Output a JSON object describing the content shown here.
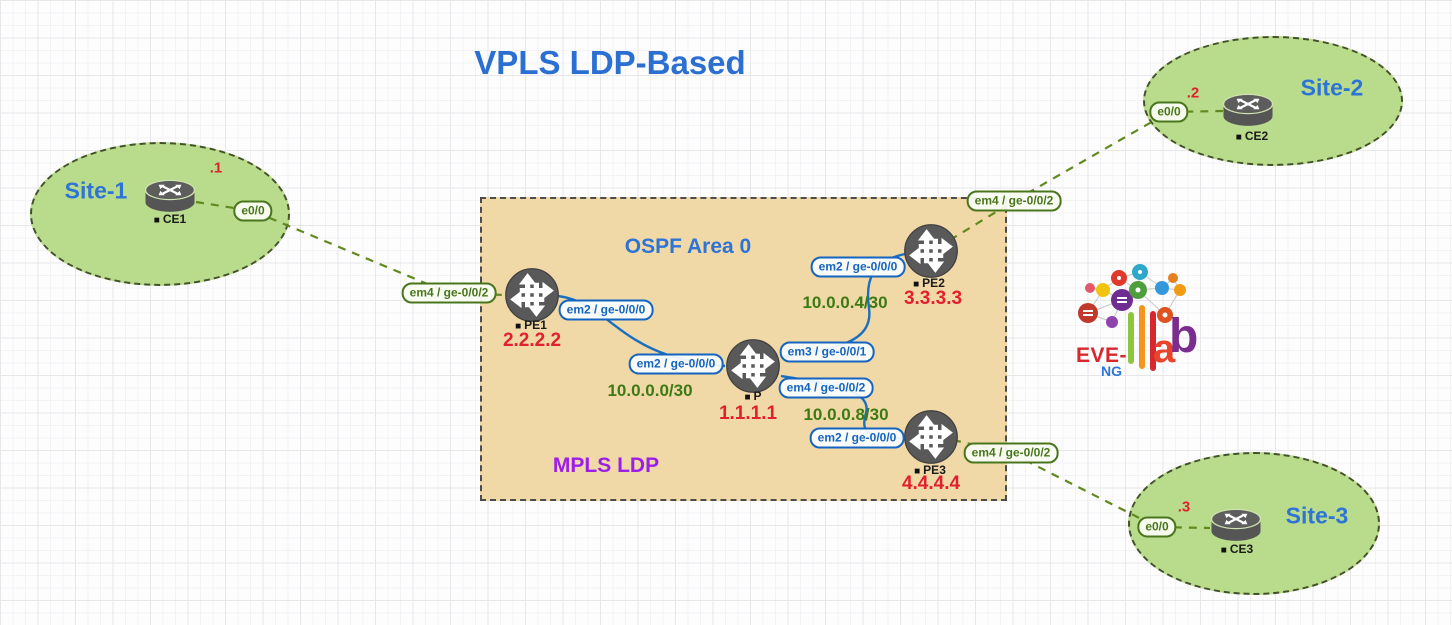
{
  "title": "VPLS LDP-Based",
  "node_marker": "■",
  "core": {
    "ospf_label": "OSPF Area 0",
    "mpls_label": "MPLS LDP"
  },
  "sites": [
    {
      "label": "Site-1",
      "router": "CE1",
      "lan_octet": ".1",
      "interface": "e0/0"
    },
    {
      "label": "Site-2",
      "router": "CE2",
      "lan_octet": ".2",
      "interface": "e0/0"
    },
    {
      "label": "Site-3",
      "router": "CE3",
      "lan_octet": ".3",
      "interface": "e0/0"
    }
  ],
  "routers": [
    {
      "name": "PE1",
      "loopback": "2.2.2.2"
    },
    {
      "name": "P",
      "loopback": "1.1.1.1"
    },
    {
      "name": "PE2",
      "loopback": "3.3.3.3"
    },
    {
      "name": "PE3",
      "loopback": "4.4.4.4"
    }
  ],
  "links": [
    {
      "from": "PE1",
      "to": "P",
      "from_if": "em2 / ge-0/0/0",
      "to_if": "em2 / ge-0/0/0",
      "network": "10.0.0.0/30"
    },
    {
      "from": "P",
      "to": "PE2",
      "from_if": "em3 / ge-0/0/1",
      "to_if": "em2 / ge-0/0/0",
      "network": "10.0.0.4/30"
    },
    {
      "from": "P",
      "to": "PE3",
      "from_if": "em4 / ge-0/0/2",
      "to_if": "em2 / ge-0/0/0",
      "network": "10.0.0.8/30"
    },
    {
      "from": "PE1",
      "to": "CE1",
      "from_if": "em4 / ge-0/0/2",
      "to_if": "e0/0"
    },
    {
      "from": "PE2",
      "to": "CE2",
      "from_if": "em4 / ge-0/0/2",
      "to_if": "e0/0"
    },
    {
      "from": "PE3",
      "to": "CE3",
      "from_if": "em4 / ge-0/0/2",
      "to_if": "e0/0"
    }
  ],
  "logo": {
    "eve": "EVE-",
    "ng": "NG",
    "a": "a",
    "b": "b"
  },
  "colors": {
    "title_blue": "#2b6fd3",
    "site_fill_green": "#b9dc8c",
    "core_fill_tan": "#f1d9a7",
    "loopback_red": "#e0202e",
    "mpls_purple": "#9b1fe8",
    "link_blue": "#1a6fc0",
    "link_green_dashed": "#618a1e",
    "subnet_green": "#3c7a16"
  }
}
